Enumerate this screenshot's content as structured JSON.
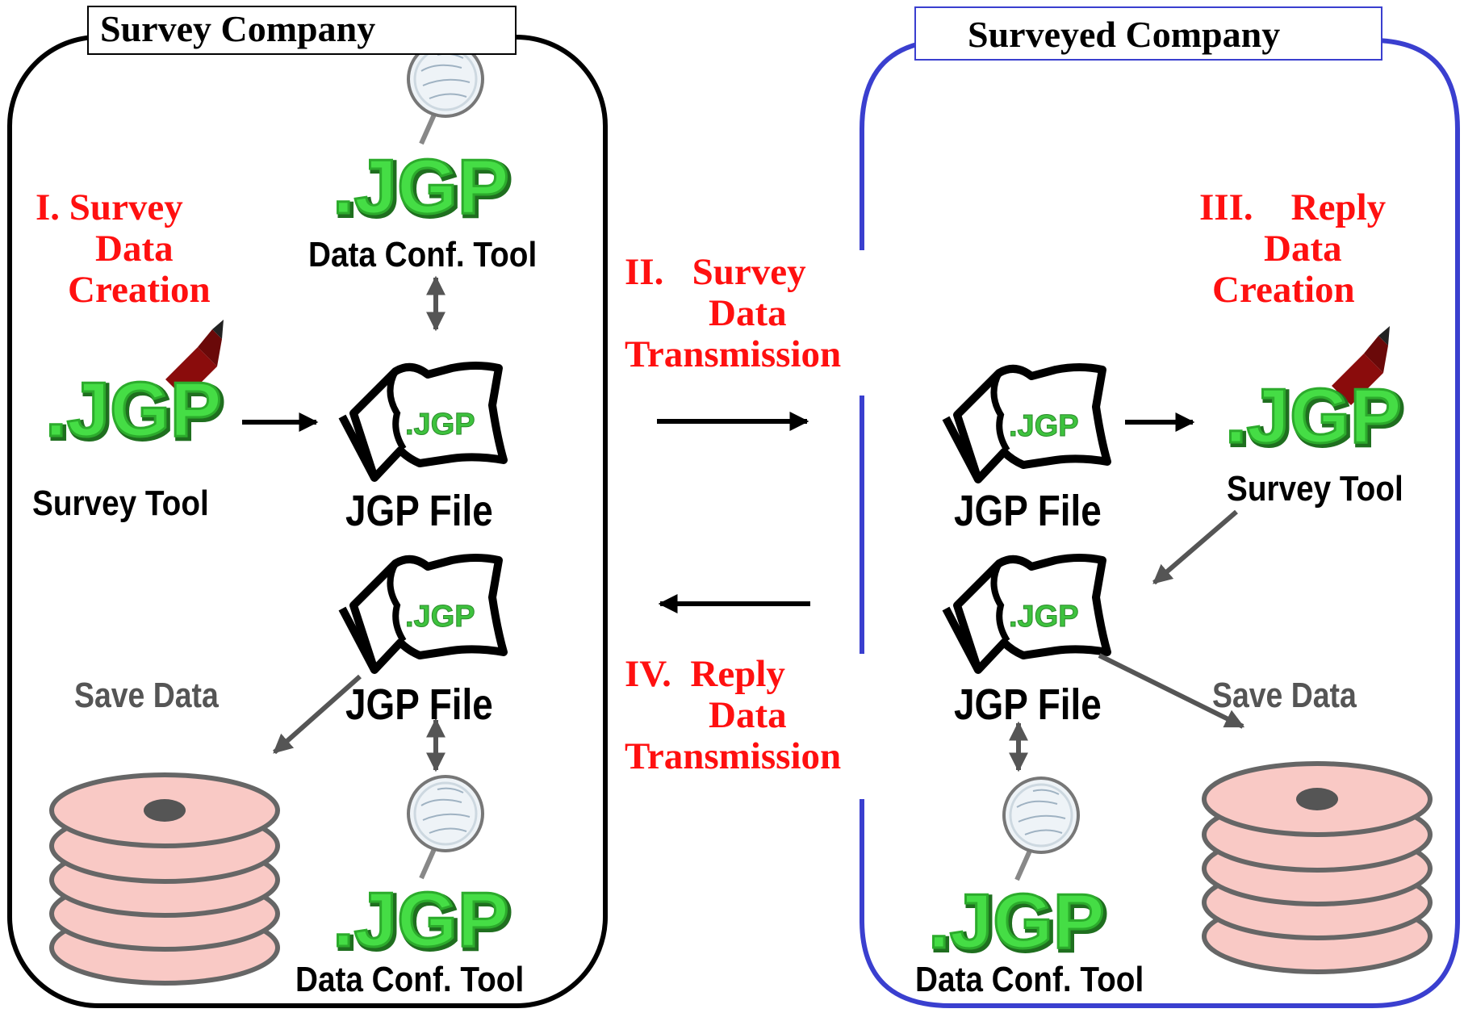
{
  "left_panel": {
    "title": "Survey Company",
    "step_heading": [
      "I. Survey",
      "Data",
      "Creation"
    ],
    "survey_tool_label": "Survey Tool",
    "data_conf_tool_top_label": "Data Conf. Tool",
    "jgp_file_top_label": "JGP File",
    "jgp_file_bottom_label": "JGP File",
    "save_data_label": "Save Data",
    "data_conf_tool_bottom_label": "Data Conf. Tool"
  },
  "middle": {
    "transmission_forward": [
      "II.   Survey",
      "Data",
      "Transmission"
    ],
    "transmission_reply": [
      "IV.  Reply",
      "Data",
      "Transmission"
    ]
  },
  "right_panel": {
    "title": "Surveyed Company",
    "step_heading": [
      "III.    Reply",
      "Data",
      "Creation"
    ],
    "jgp_file_top_label": "JGP File",
    "survey_tool_label": "Survey Tool",
    "jgp_file_bottom_label": "JGP File",
    "save_data_label": "Save Data",
    "data_conf_tool_label": "Data Conf. Tool"
  },
  "logo_text": ".JGP",
  "colors": {
    "step_text": "#ff1010",
    "left_border": "#000000",
    "right_border": "#3a3fcf",
    "logo_green": "#3fd63f",
    "pencil": "#8a0c0c",
    "disk_fill": "#f9c9c5",
    "disk_stroke": "#666666",
    "gray_arrow": "#555555"
  },
  "icons": [
    "jgp-logo-icon",
    "magnifier-icon",
    "pencil-icon",
    "document-icon",
    "disk-stack-icon",
    "arrow-icon"
  ]
}
